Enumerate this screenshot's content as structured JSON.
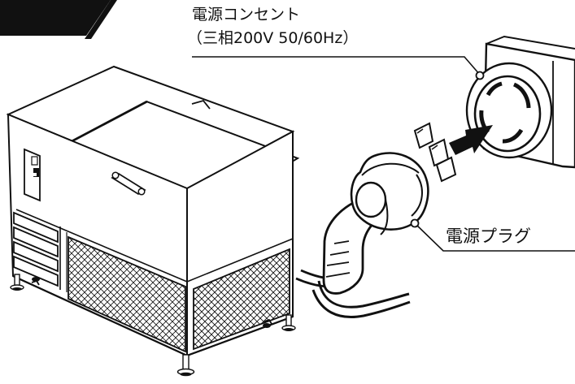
{
  "labels": {
    "outlet_line1": "電源コンセント",
    "outlet_line2": "（三相200V 50/60Hz）",
    "plug": "電源プラグ"
  },
  "colors": {
    "stroke": "#111111",
    "fill": "#ffffff",
    "banner": "#111111"
  },
  "icons": {
    "arrow": "right-arrow-icon"
  }
}
